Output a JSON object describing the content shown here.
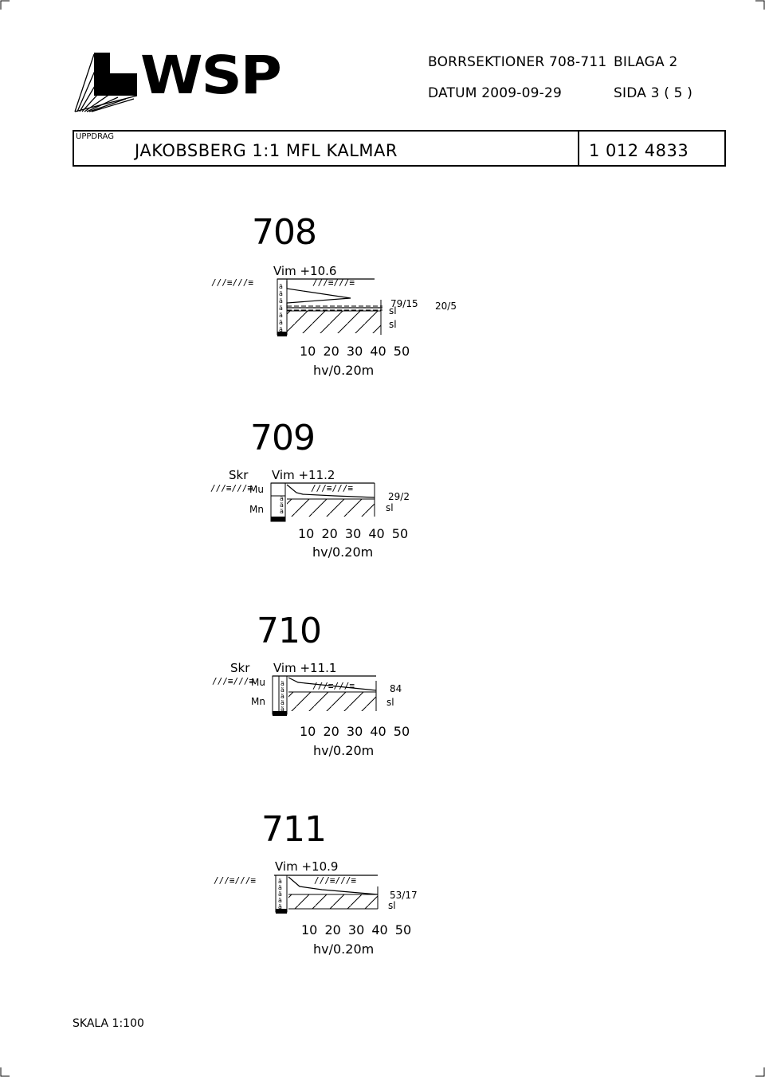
{
  "header": {
    "logo_text": "WSP",
    "doc_title": "BORRSEKTIONER 708-711",
    "attachment": "BILAGA 2",
    "date": "DATUM 2009-09-29",
    "page": "SIDA 3 ( 5 )"
  },
  "project": {
    "label": "UPPDRAG",
    "title": "JAKOBSBERG 1:1 MFL  KALMAR",
    "number": "1 012 4833"
  },
  "sections": [
    {
      "id": "708",
      "method": "",
      "level": "Vim  +10.6",
      "layer_top": "",
      "layer_bottom": "",
      "notes": [
        "79/15",
        "sl",
        "sl",
        "20/5"
      ],
      "axis": "10 20 30 40 50",
      "unit": "hv/0.20m"
    },
    {
      "id": "709",
      "method": "Skr",
      "level": "Vim  +11.2",
      "layer_top": "Mu",
      "layer_bottom": "Mn",
      "notes": [
        "29/2",
        "sl"
      ],
      "axis": "10 20 30 40 50",
      "unit": "hv/0.20m"
    },
    {
      "id": "710",
      "method": "Skr",
      "level": "Vim  +11.1",
      "layer_top": "Mu",
      "layer_bottom": "Mn",
      "notes": [
        "84",
        "sl"
      ],
      "axis": "10 20 30 40 50",
      "unit": "hv/0.20m"
    },
    {
      "id": "711",
      "method": "",
      "level": "Vim  +10.9",
      "layer_top": "",
      "layer_bottom": "",
      "notes": [
        "53/17",
        "sl"
      ],
      "axis": "10 20 30 40 50",
      "unit": "hv/0.20m"
    }
  ],
  "footer": {
    "scale": "SKALA 1:100"
  }
}
